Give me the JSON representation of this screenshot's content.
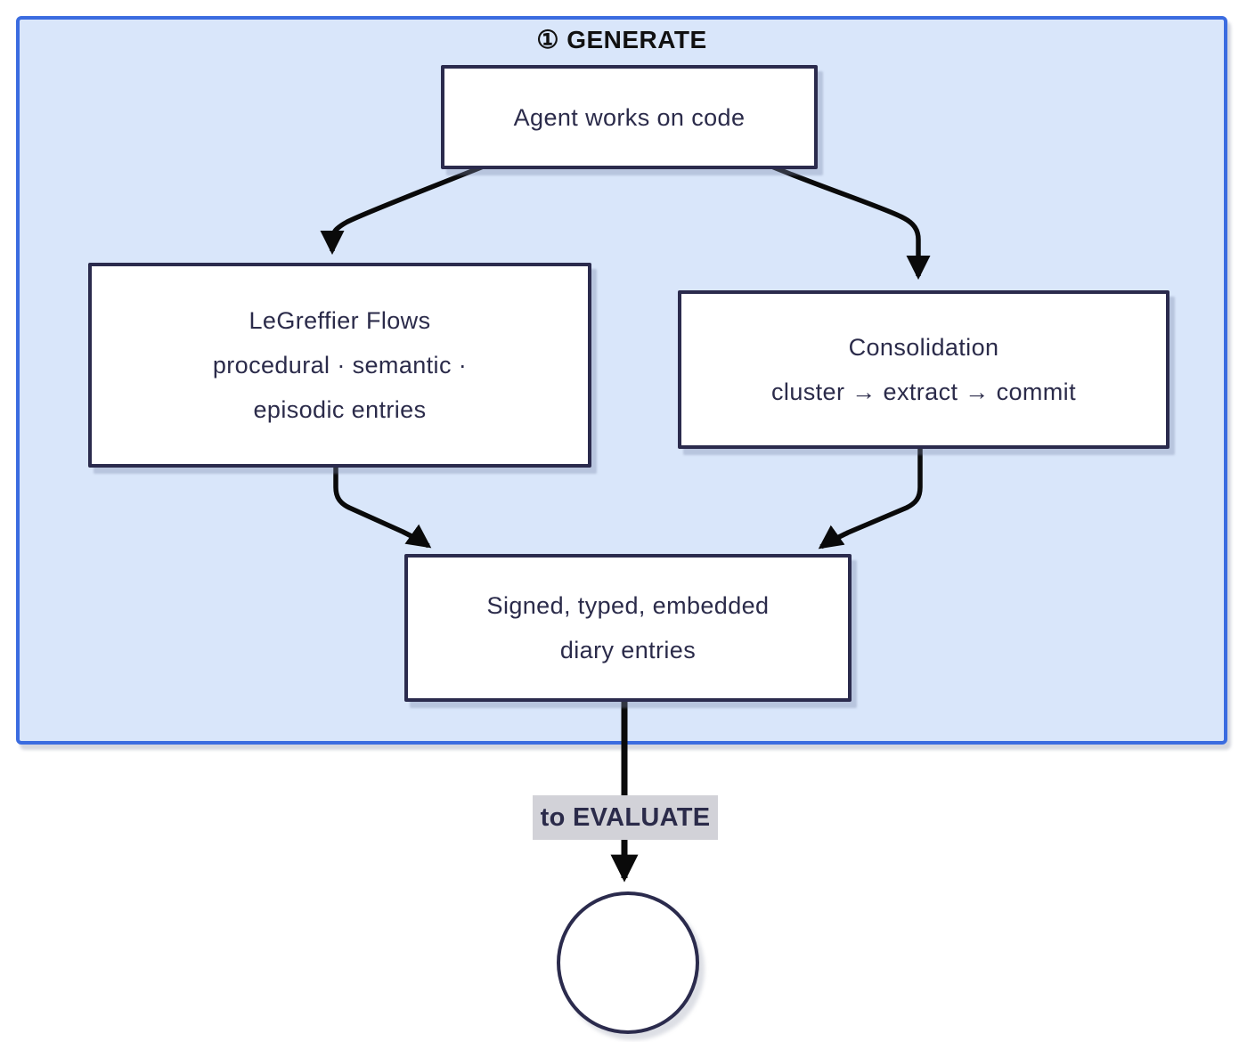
{
  "diagram": {
    "subgraph": {
      "title": "① GENERATE"
    },
    "nodes": {
      "agent": {
        "lines": [
          "Agent works on code"
        ]
      },
      "legreffier": {
        "lines": [
          "LeGreffier Flows",
          "procedural · semantic ·",
          "episodic entries"
        ]
      },
      "consolidation": {
        "lines": [
          "Consolidation",
          "cluster → extract → commit"
        ]
      },
      "diary": {
        "lines": [
          "Signed, typed, embedded",
          "diary entries"
        ]
      }
    },
    "edges": [
      {
        "from": "agent",
        "to": "legreffier"
      },
      {
        "from": "agent",
        "to": "consolidation"
      },
      {
        "from": "legreffier",
        "to": "diary"
      },
      {
        "from": "consolidation",
        "to": "diary"
      },
      {
        "from": "diary",
        "to": "terminal-circle",
        "label": "to EVALUATE"
      }
    ],
    "edge_label": {
      "text": "to EVALUATE"
    },
    "terminal": {
      "shape": "circle",
      "label": ""
    },
    "colors": {
      "subgraph_fill": "#d9e6fa",
      "subgraph_border": "#3b6ce0",
      "node_border": "#2b2b4d",
      "node_text": "#2b2b4a",
      "arrow": "#0a0a0a",
      "title_text": "#111111",
      "label_bg": "#d2d2d8"
    }
  }
}
